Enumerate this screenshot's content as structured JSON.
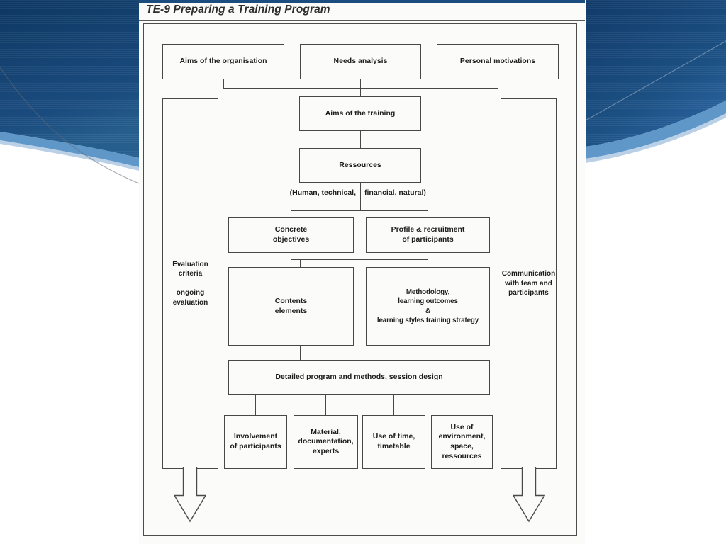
{
  "slide": {
    "title": "TE-9 Preparing a Training Program"
  },
  "colors": {
    "background_navy": "#163f6e",
    "swoosh_band_blue": "#5f97c9",
    "diagram_line": "#474747",
    "paper": "#fbfbfa"
  },
  "diagram": {
    "top_row": [
      {
        "label": "Aims of the organisation"
      },
      {
        "label": "Needs analysis"
      },
      {
        "label": "Personal motivations"
      }
    ],
    "aims_training": "Aims of the training",
    "ressources": "Ressources",
    "ressources_note": {
      "left": "(Human, technical,",
      "right": "financial, natural)"
    },
    "concrete_objectives": "Concrete\nobjectives",
    "profile_recruitment": "Profile & recruitment\nof participants",
    "contents_elements": "Contents\nelements",
    "methodology": "Methodology,\nlearning outcomes\n&\nlearning styles training strategy",
    "detailed_program": "Detailed program and methods, session design",
    "bottom_row": [
      {
        "label": "Involvement\nof participants"
      },
      {
        "label": "Material,\ndocumentation,\nexperts"
      },
      {
        "label": "Use of time,\ntimetable"
      },
      {
        "label": "Use of\nenvironment,\nspace,\nressources"
      }
    ],
    "side_left": {
      "label": "Evaluation\ncriteria\n\nongoing\nevaluation"
    },
    "side_right": {
      "label": "Communication\nwith team and\nparticipants"
    }
  }
}
